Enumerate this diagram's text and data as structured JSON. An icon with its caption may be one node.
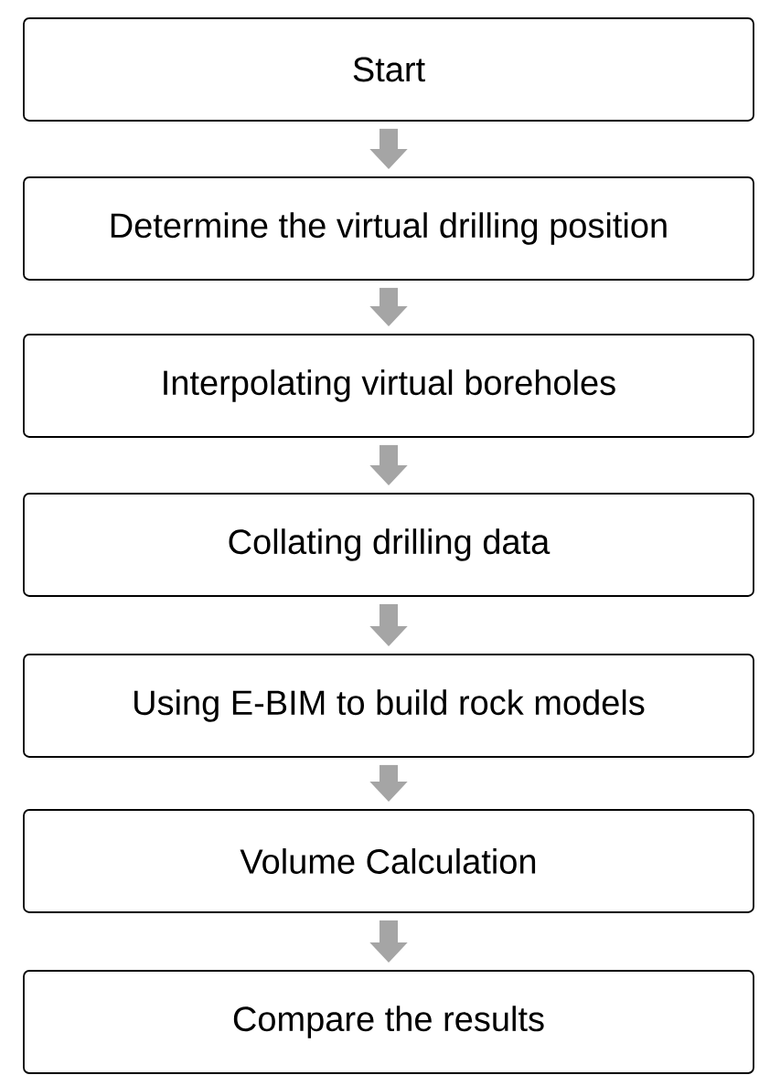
{
  "diagram": {
    "nodes": [
      {
        "text": [
          "Start"
        ]
      },
      {
        "text": [
          "Determine the virtual drilling position"
        ]
      },
      {
        "text": [
          "Interpolating virtual boreholes"
        ]
      },
      {
        "text": [
          "Collating drilling data"
        ]
      },
      {
        "text": [
          "Using E-BIM to build rock models"
        ]
      },
      {
        "text": [
          "Volume Calculation"
        ]
      },
      {
        "text": [
          "Compare the results"
        ]
      }
    ],
    "edges": [
      {
        "from": 0,
        "to": 1,
        "arrow": "to"
      },
      {
        "from": 1,
        "to": 2,
        "arrow": "to"
      },
      {
        "from": 2,
        "to": 3,
        "arrow": "to"
      },
      {
        "from": 3,
        "to": 4,
        "arrow": "to"
      },
      {
        "from": 4,
        "to": 5,
        "arrow": "to"
      },
      {
        "from": 5,
        "to": 6,
        "arrow": "to"
      }
    ]
  }
}
